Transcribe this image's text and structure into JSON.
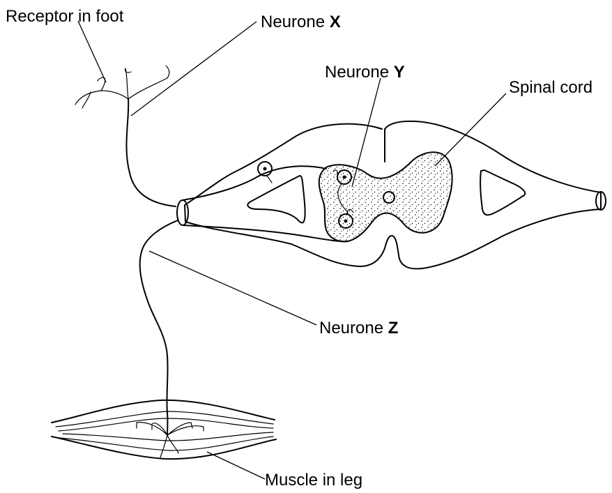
{
  "labels": {
    "receptor": "Receptor in foot",
    "neurone_x": {
      "text": "Neurone",
      "letter": "X"
    },
    "neurone_y": {
      "text": "Neurone",
      "letter": "Y"
    },
    "neurone_z": {
      "text": "Neurone",
      "letter": "Z"
    },
    "spinal_cord": "Spinal cord",
    "muscle": "Muscle in leg"
  }
}
